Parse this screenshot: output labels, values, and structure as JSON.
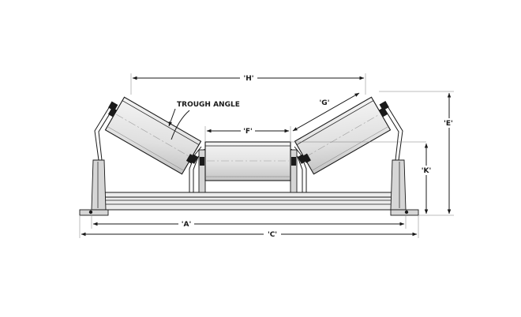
{
  "diagram": {
    "annotation": "TROUGH ANGLE",
    "dimensions": {
      "A": "'A'",
      "C": "'C'",
      "E": "'E'",
      "F": "'F'",
      "G": "'G'",
      "H": "'H'",
      "K": "'K'"
    },
    "colors": {
      "line": "#1a1a1a",
      "roll_fill_light": "#f2f2f2",
      "roll_fill_dark": "#c8c8c8",
      "steel": "#d6d6d6"
    }
  }
}
